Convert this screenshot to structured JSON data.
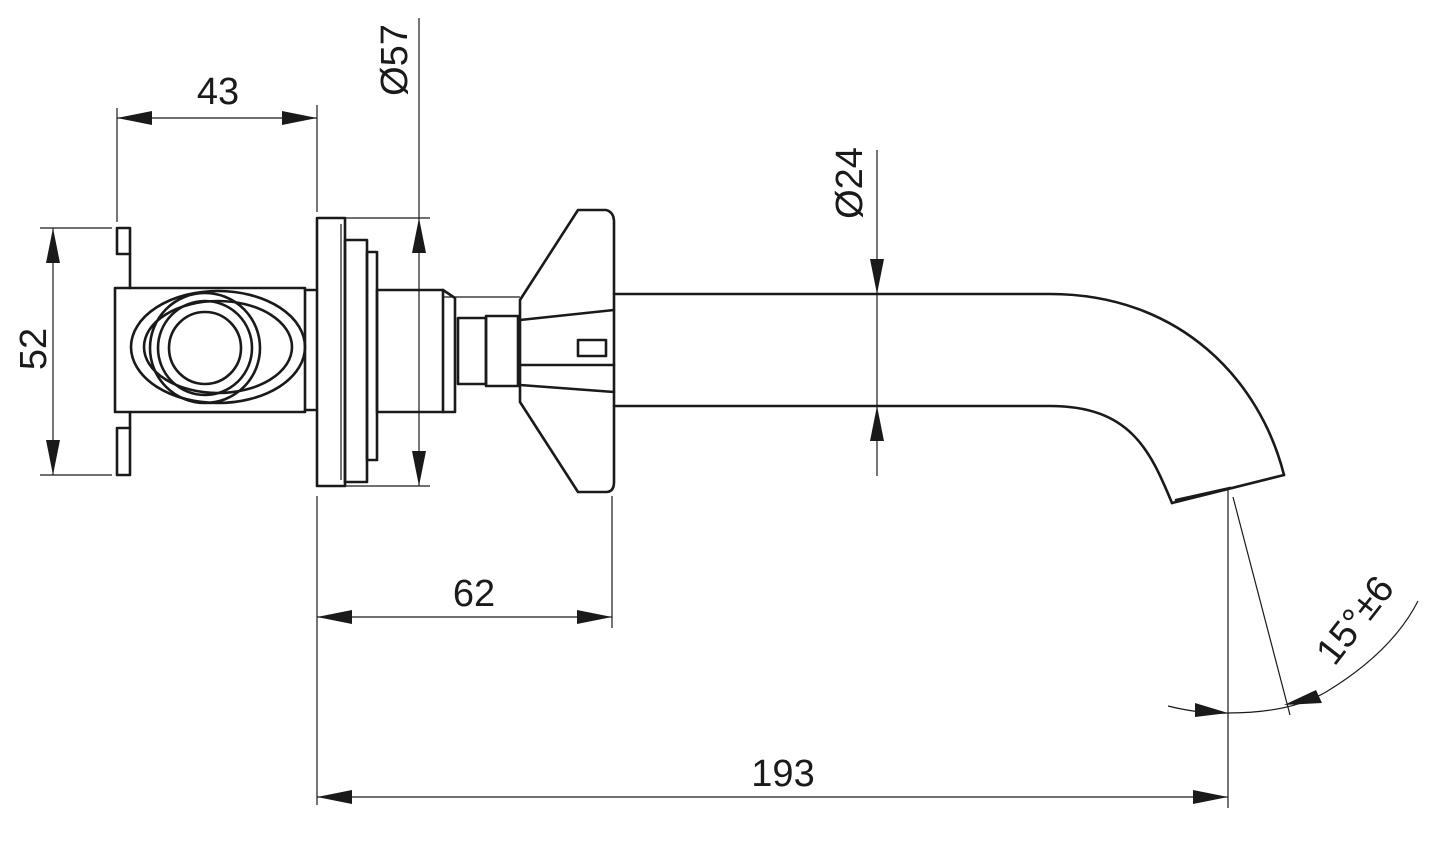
{
  "dimensions": {
    "body_depth": "43",
    "handle_diameter": "Ø57",
    "spout_diameter": "Ø24",
    "plate_height": "52",
    "handle_offset": "62",
    "spout_length": "193",
    "spout_angle": "15°±6"
  },
  "colors": {
    "line": "#1a1a1a",
    "background": "#ffffff"
  }
}
